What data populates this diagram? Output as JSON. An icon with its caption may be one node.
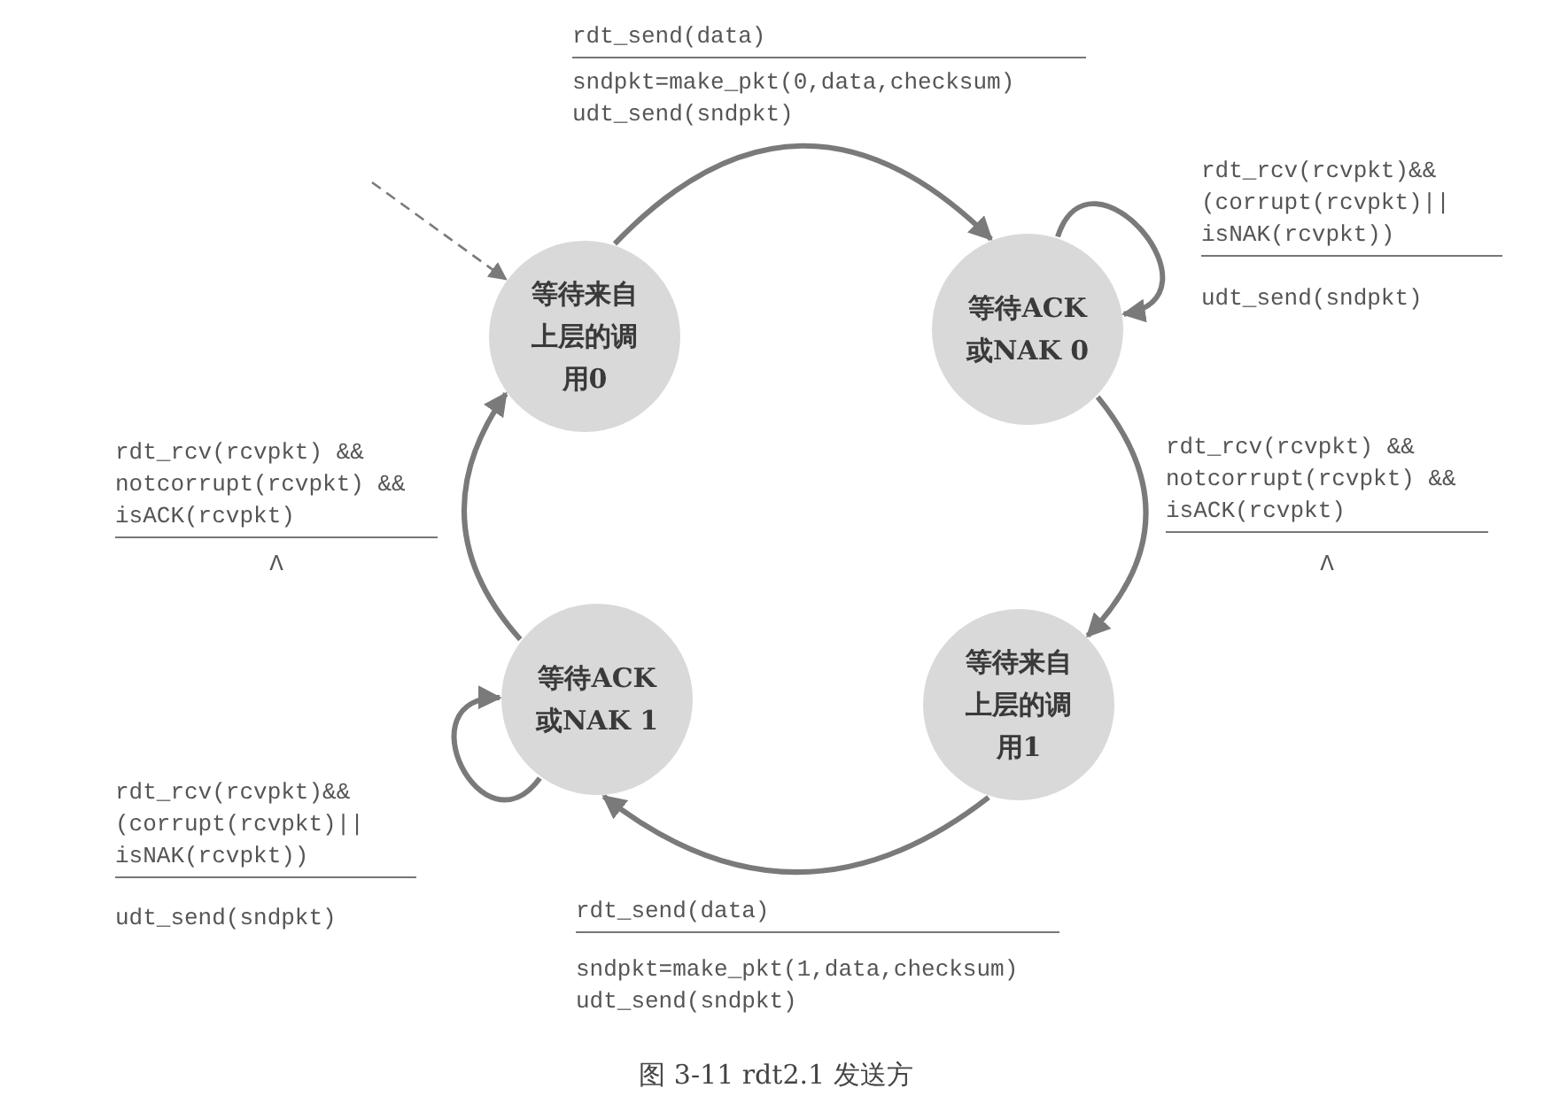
{
  "diagram": {
    "caption": "图 3-11 rdt2.1 发送方",
    "nodes": [
      {
        "text": [
          "等待来自上层的调用0"
        ]
      },
      {
        "text": [
          "等待ACK或NAK 0"
        ]
      },
      {
        "text": [
          "等待来自上层的调用1"
        ]
      },
      {
        "text": [
          "等待ACK或NAK 1"
        ]
      }
    ],
    "edges": [
      {
        "from": null,
        "to": 0,
        "arrow": "to",
        "style": "dashed"
      },
      {
        "from": 0,
        "to": 1,
        "arrow": "to",
        "label": "rdt_send(data)"
      },
      {
        "from": 1,
        "to": 1,
        "arrow": "to",
        "label": "rdt_rcv(rcvpkt)&& (corrupt(rcvpkt)|| isNAK(rcvpkt))"
      },
      {
        "from": 1,
        "to": 2,
        "arrow": "to",
        "label": "rdt_rcv(rcvpkt) && notcorrupt(rcvpkt) && isACK(rcvpkt)"
      },
      {
        "from": 2,
        "to": 3,
        "arrow": "to",
        "label": "rdt_send(data)"
      },
      {
        "from": 3,
        "to": 3,
        "arrow": "to",
        "label": "rdt_rcv(rcvpkt)&& (corrupt(rcvpkt)|| isNAK(rcvpkt))"
      },
      {
        "from": 3,
        "to": 0,
        "arrow": "to",
        "label": "rdt_rcv(rcvpkt) && notcorrupt(rcvpkt) && isACK(rcvpkt)"
      }
    ],
    "labels": [
      "sndpkt=make_pkt(0,data,checksum) udt_send(sndpkt)",
      "udt_send(sndpkt)",
      "Λ",
      "Λ",
      "udt_send(sndpkt)",
      "sndpkt=make_pkt(1,data,checksum) udt_send(sndpkt)"
    ]
  }
}
